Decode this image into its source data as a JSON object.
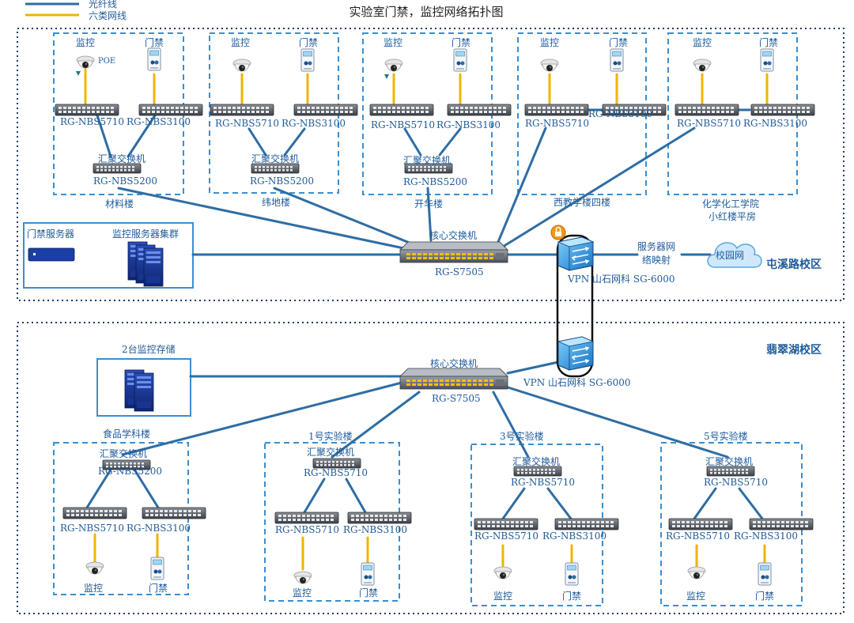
{
  "title": "实验室门禁，监控网络拓扑图",
  "legend": {
    "fiber": "光纤线",
    "cat6": "六类网线"
  },
  "colors": {
    "fiber": "#2e6da4",
    "cat6": "#f0b400",
    "label": "#1f5a99",
    "dashed": "#3a8fd0",
    "campus": "#1a3a6a"
  },
  "campus_north": {
    "name": "屯溪路校区",
    "core_label": "核心交换机",
    "core_model": "RG-S7505",
    "vpn_label": "VPN 山石网科 SG-6000",
    "mapping_label": [
      "服务器网",
      "络映射"
    ],
    "campus_net_label": "校园网",
    "servers": {
      "access": "门禁服务器",
      "monitor": "监控服务器集群"
    },
    "buildings": [
      {
        "name": "材料楼",
        "monitor": "监控",
        "door": "门禁",
        "poe": "POE",
        "sw_a": "RG-NBS5710",
        "sw_b": "RG-NBS3100",
        "agg_label": "汇聚交换机",
        "agg_model": "RG-NBS5200"
      },
      {
        "name": "纬地楼",
        "monitor": "监控",
        "door": "门禁",
        "sw_a": "RG-NBS5710",
        "sw_b": "RG-NBS3100",
        "agg_label": "汇聚交换机",
        "agg_model": "RG-NBS5200"
      },
      {
        "name": "开华楼",
        "monitor": "监控",
        "door": "门禁",
        "sw_a": "RG-NBS5710",
        "sw_b": "RG-NBS3100",
        "agg_label": "汇聚交换机",
        "agg_model": "RG-NBS5200"
      },
      {
        "name": "西教学楼四楼",
        "monitor": "监控",
        "door": "门禁",
        "sw_a": "RG-NBS5710",
        "sw_b": "RG-NBS3100"
      },
      {
        "name": [
          "化学化工学院",
          "小红楼平房"
        ],
        "monitor": "监控",
        "door": "门禁",
        "sw_a": "RG-NBS5710",
        "sw_b": "RG-NBS3100"
      }
    ]
  },
  "campus_south": {
    "name": "翡翠湖校区",
    "core_label": "核心交换机",
    "core_model": "RG-S7505",
    "vpn_label": "VPN 山石网科 SG-6000",
    "storage": "2台监控存储",
    "buildings": [
      {
        "name": "食品学科楼",
        "agg_label": "汇聚交换机",
        "agg_model": "RG-NBS5200",
        "sw_a": "RG-NBS5710",
        "sw_b": "RG-NBS3100",
        "monitor": "监控",
        "door": "门禁"
      },
      {
        "name": "1号实验楼",
        "agg_label": "汇聚交换机",
        "agg_model": "RG-NBS5710",
        "sw_a": "RG-NBS5710",
        "sw_b": "RG-NBS3100",
        "monitor": "监控",
        "door": "门禁"
      },
      {
        "name": "3号实验楼",
        "agg_label": "汇聚交换机",
        "agg_model": "RG-NBS5710",
        "sw_a": "RG-NBS5710",
        "sw_b": "RG-NBS3100",
        "monitor": "监控",
        "door": "门禁"
      },
      {
        "name": "5号实验楼",
        "agg_label": "汇聚交换机",
        "agg_model": "RG-NBS5710",
        "sw_a": "RG-NBS5710",
        "sw_b": "RG-NBS3100",
        "monitor": "监控",
        "door": "门禁"
      }
    ]
  }
}
